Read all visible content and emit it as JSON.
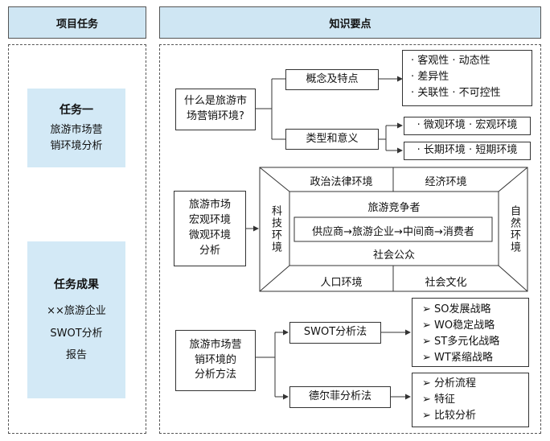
{
  "header": {
    "left": "项目任务",
    "right": "知识要点"
  },
  "tasks": {
    "task1": {
      "title": "任务一",
      "lines": [
        "旅游市场营",
        "销环境分析"
      ]
    },
    "result": {
      "title": "任务成果",
      "lines": [
        "××旅游企业",
        "SWOT分析",
        "报告"
      ]
    }
  },
  "section1": {
    "root": [
      "什么是旅游市",
      "场营销环境?"
    ],
    "concept": "概念及特点",
    "concept_items": [
      "· 客观性   · 动态性",
      "· 差异性",
      "· 关联性   · 不可控性"
    ],
    "types": "类型和意义",
    "micro_macro": "· 微观环境 · 宏观环境",
    "long_short": "· 长期环境 · 短期环境"
  },
  "section2": {
    "root": [
      "旅游市场",
      "宏观环境",
      "微观环境",
      "分析"
    ],
    "political": "政治法律环境",
    "economic": "经济环境",
    "tech": "科技环境",
    "nature": "自然环境",
    "population": "人口环境",
    "culture": "社会文化",
    "competitors": "旅游竞争者",
    "chain": "供应商→旅游企业→中间商→消费者",
    "public": "社会公众"
  },
  "section3": {
    "root": [
      "旅游市场营",
      "销环境的",
      "分析方法"
    ],
    "swot": "SWOT分析法",
    "swot_items": [
      "➢ SO发展战略",
      "➢ WO稳定战略",
      "➢ ST多元化战略",
      "➢ WT紧缩战略"
    ],
    "delphi": "德尔菲分析法",
    "delphi_items": [
      "➢ 分析流程",
      "➢ 特征",
      "➢ 比较分析"
    ]
  }
}
